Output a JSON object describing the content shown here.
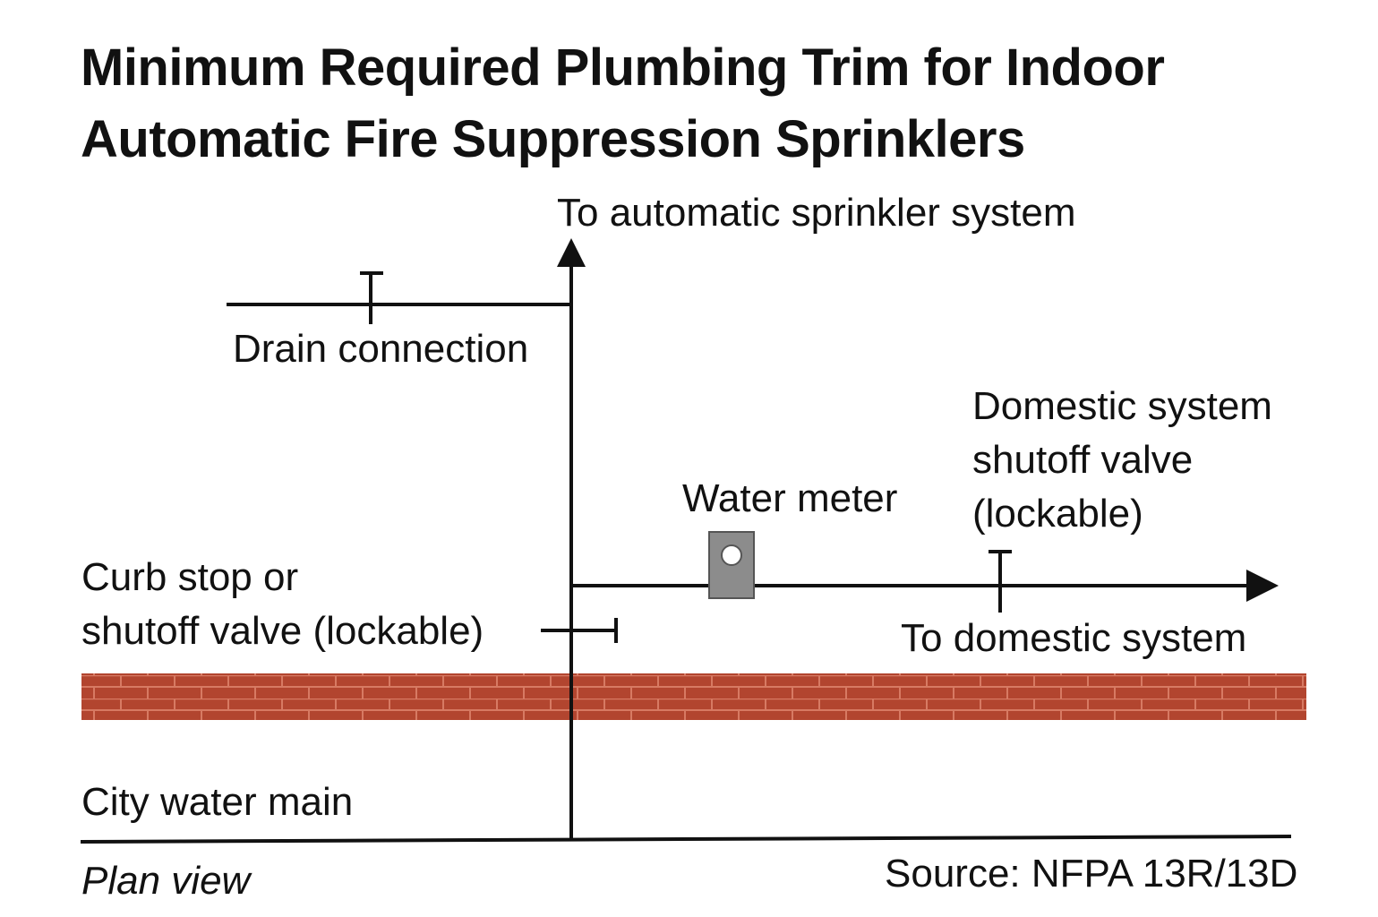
{
  "title": {
    "line1": "Minimum Required Plumbing Trim for Indoor",
    "line2": "Automatic Fire Suppression Sprinklers"
  },
  "labels": {
    "sprinkler_system": "To automatic sprinkler system",
    "drain_connection": "Drain connection",
    "domestic_valve": [
      "Domestic system",
      "shutoff valve",
      "(lockable)"
    ],
    "water_meter": "Water meter",
    "curb_stop": [
      "Curb stop or",
      "shutoff valve (lockable)"
    ],
    "domestic_system": "To domestic system",
    "city_water_main": "City water main",
    "plan_view": "Plan view",
    "source": "Source: NFPA 13R/13D"
  },
  "colors": {
    "line": "#111111",
    "wall": "#b2452f",
    "wall_mortar": "#d77a63",
    "meter": "#8c8c8c"
  }
}
